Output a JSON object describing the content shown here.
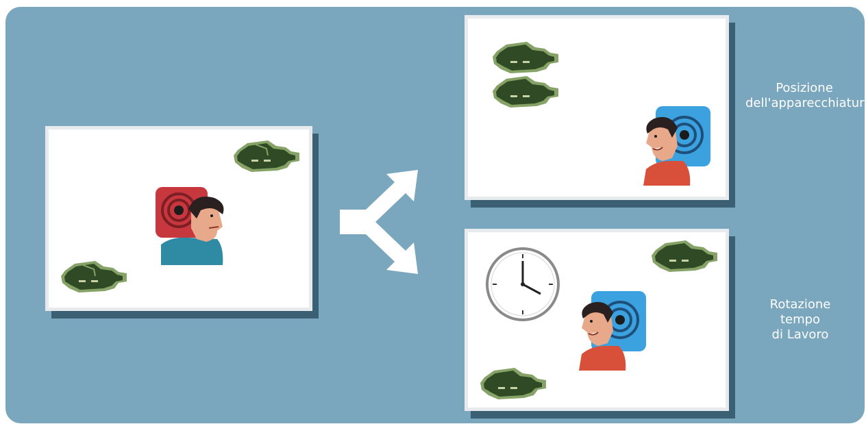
{
  "labels": {
    "equipment_position": {
      "line1": "Posizione",
      "line2": "dell'apparecchiature"
    },
    "work_rotation": {
      "line1": "Rotazione",
      "line2": "tempo",
      "line3": "di Lavoro"
    }
  },
  "icons": {
    "machine": "noisy-machine-icon",
    "worker": "worker-with-noise-icon",
    "clock": "wall-clock-icon",
    "arrow": "branching-arrow-icon"
  },
  "colors": {
    "background": "#7aa7bd",
    "room": "#ffffff",
    "room_shadow": "#3b5f73",
    "machine_body": "#2f4a24",
    "machine_outline": "#86a266",
    "noise_high": "#c7383e",
    "noise_low": "#3ba2df",
    "worker_shirt_before": "#2f8aa3",
    "worker_shirt_after": "#d8503a"
  }
}
